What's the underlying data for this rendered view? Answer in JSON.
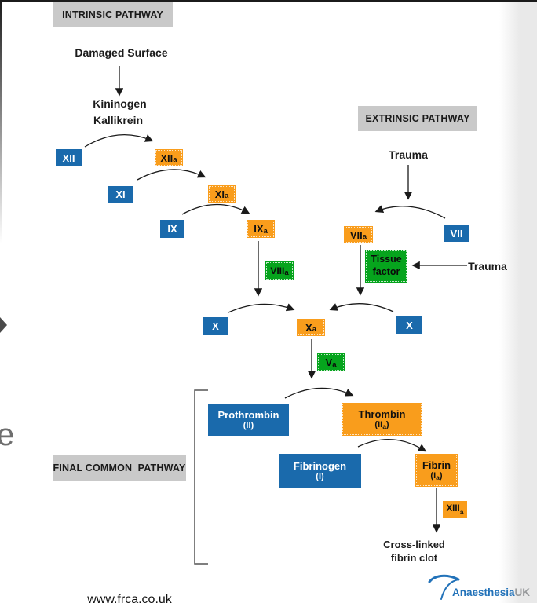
{
  "colors": {
    "blue": "#1a6aac",
    "orange": "#f99d1c",
    "green": "#06a41d",
    "header-bg": "#c9c9c9",
    "logo-blue": "#2272b9",
    "logo-gray": "#97999b"
  },
  "headers": {
    "intrinsic": "INTRINSIC PATHWAY",
    "extrinsic": "EXTRINSIC PATHWAY",
    "final_common": "FINAL COMMON  PATHWAY"
  },
  "labels": {
    "damaged_surface": "Damaged Surface",
    "kininogen": "Kininogen",
    "kallikrein": "Kallikrein",
    "trauma_extrinsic": "Trauma",
    "trauma_tissue": "Trauma",
    "crosslinked_line1": "Cross-linked",
    "crosslinked_line2": "fibrin clot",
    "edge_fragment_letter": "e"
  },
  "factors": {
    "xii": {
      "text": "XII"
    },
    "xiia": {
      "text": "XII",
      "sub": "a"
    },
    "xi": {
      "text": "XI"
    },
    "xia": {
      "text": "XI",
      "sub": "a"
    },
    "ix": {
      "text": "IX"
    },
    "ixa": {
      "text": "IX",
      "sub": "a"
    },
    "viiia": {
      "text": "VIII",
      "sub": "a"
    },
    "viia": {
      "text": "VII",
      "sub": "a"
    },
    "vii": {
      "text": "VII"
    },
    "tissue_factor": {
      "line1": "Tissue",
      "line2": "factor"
    },
    "x_left": {
      "text": "X"
    },
    "xa": {
      "text": "X",
      "sub": "a"
    },
    "x_right": {
      "text": "X"
    },
    "va": {
      "text": "V",
      "sub": "a"
    },
    "xiiia": {
      "text": "XIII",
      "sub": "a"
    },
    "prothrombin": {
      "line1": "Prothrombin",
      "line2": "(II)"
    },
    "thrombin": {
      "line1": "Thrombin",
      "line2_open": "(II",
      "line2_sub": "a",
      "line2_close": ")"
    },
    "fibrinogen": {
      "line1": "Fibrinogen",
      "line2": "(I)"
    },
    "fibrin": {
      "line1": "Fibrin",
      "line2_open": "(I",
      "line2_sub": "a",
      "line2_close": ")"
    }
  },
  "footer": {
    "site_url": "www.frca.co.uk"
  },
  "logo": {
    "brand": "Anaesthesia",
    "suffix": "UK"
  }
}
